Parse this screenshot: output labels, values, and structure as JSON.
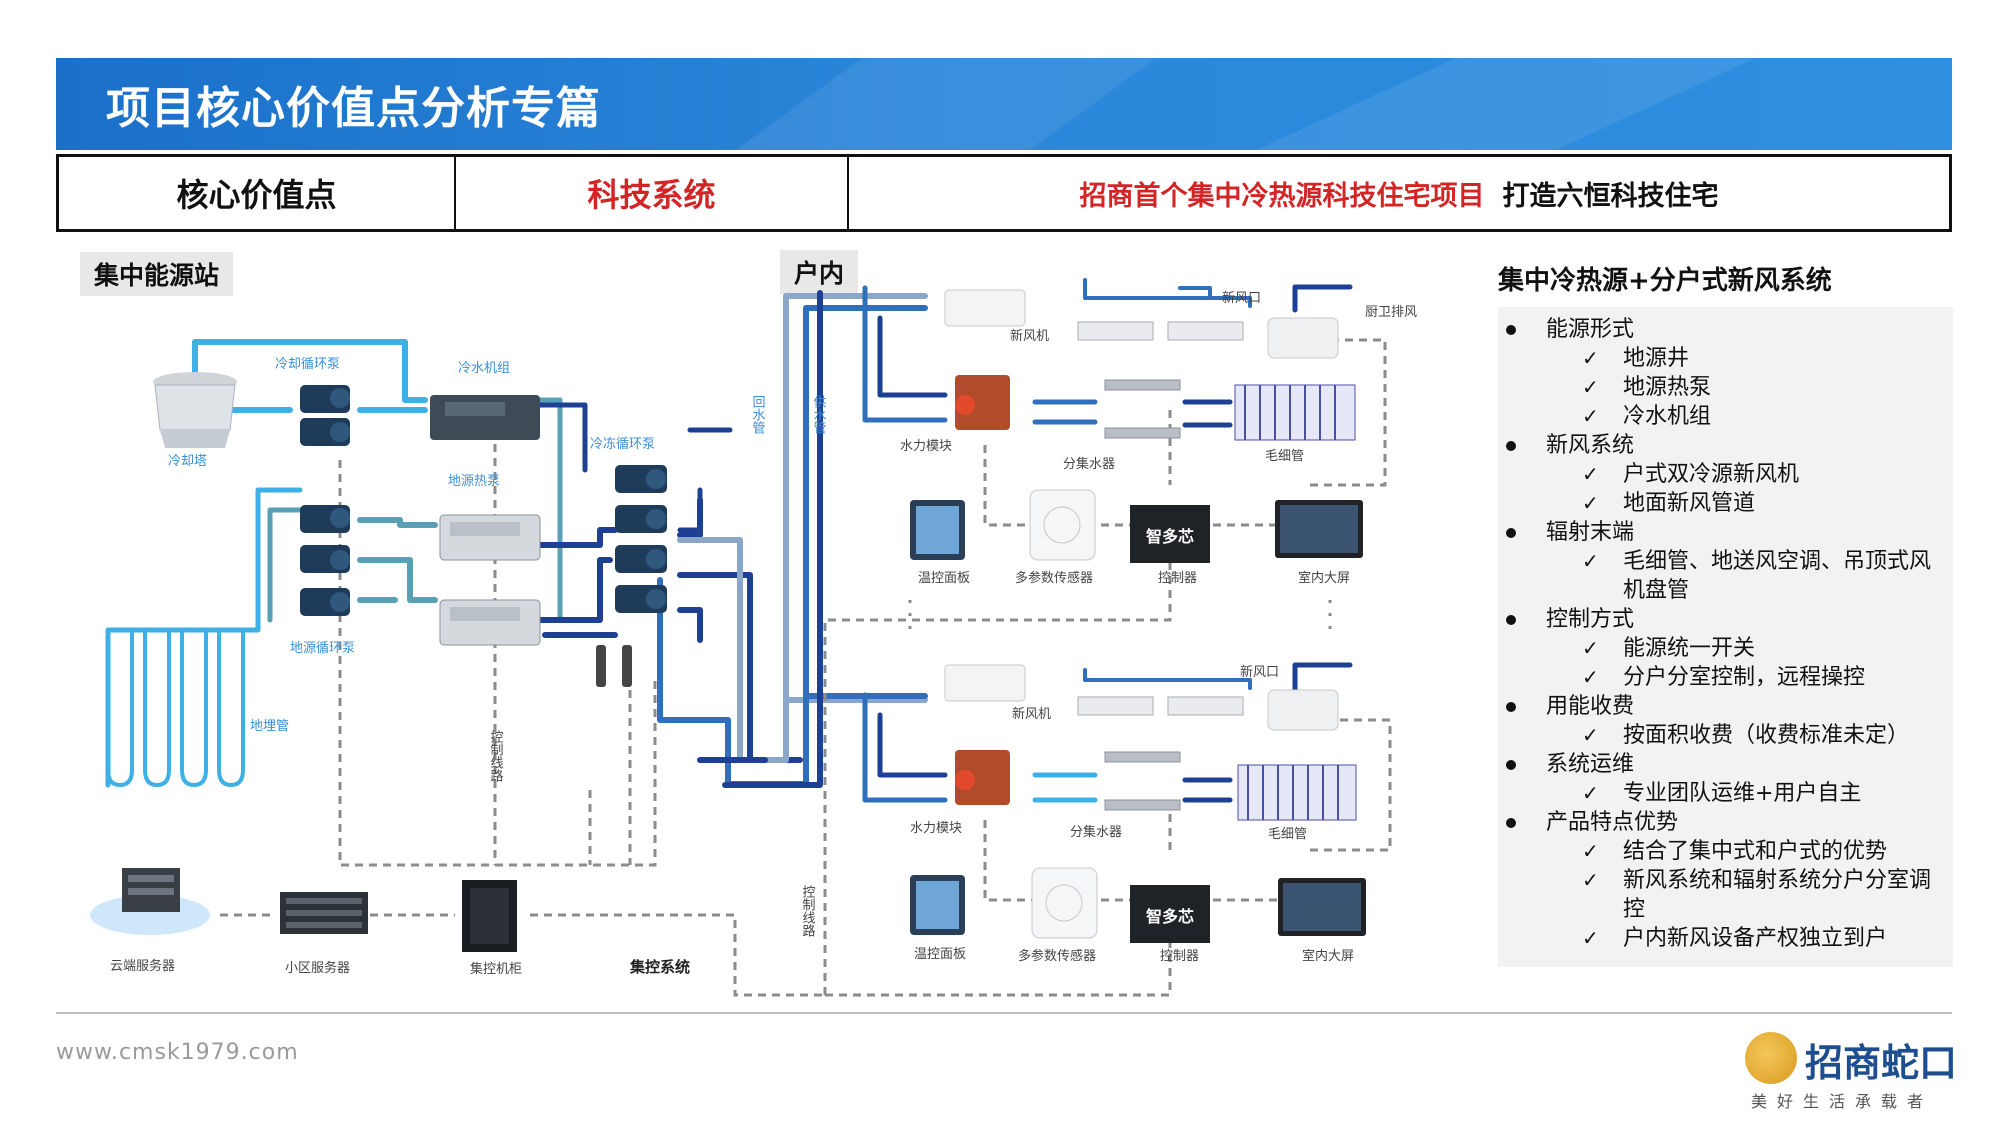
{
  "header": {
    "title": "项目核心价值点分析专篇"
  },
  "core_row": {
    "col1": "核心价值点",
    "col2": "科技系统",
    "col3_red": "招商首个集中冷热源科技住宅项目",
    "col3_black": "打造六恒科技住宅"
  },
  "sections": {
    "energy_station": "集中能源站",
    "indoor": "户内"
  },
  "energy_station": {
    "cooling_tower": "冷却塔",
    "cooling_pump": "冷却循环泵",
    "chiller": "冷水机组",
    "heat_pump": "地源热泵",
    "ground_pump": "地源循环泵",
    "ground_pipe": "地埋管",
    "chilled_pump": "冷冻循环泵",
    "control_line": "控制线路",
    "return_pipe": "回水管",
    "supply_pipe": "供水管"
  },
  "control_system": {
    "cloud_server": "云端服务器",
    "community_server": "小区服务器",
    "control_cabinet": "集控机柜",
    "system_label": "集控系统",
    "control_line": "控制线路"
  },
  "indoor": {
    "fresh_air_unit": "新风机",
    "fresh_air_outlet": "新风口",
    "kitchen_exhaust": "厨卫排风",
    "hydraulic_module": "水力模块",
    "manifold": "分集水器",
    "capillary": "毛细管",
    "thermo_panel": "温控面板",
    "sensor": "多参数传感器",
    "controller": "控制器",
    "screen": "室内大屏",
    "controller_brand": "智多芯"
  },
  "right_panel": {
    "title": "集中冷热源+分户式新风系统",
    "groups": [
      {
        "label": "能源形式",
        "items": [
          "地源井",
          "地源热泵",
          "冷水机组"
        ]
      },
      {
        "label": "新风系统",
        "items": [
          "户式双冷源新风机",
          "地面新风管道"
        ]
      },
      {
        "label": "辐射末端",
        "items": [
          "毛细管、地送风空调、吊顶式风机盘管"
        ]
      },
      {
        "label": "控制方式",
        "items": [
          "能源统一开关",
          "分户分室控制，远程操控"
        ]
      },
      {
        "label": "用能收费",
        "items": [
          "按面积收费（收费标准未定）"
        ]
      },
      {
        "label": "系统运维",
        "items": [
          "专业团队运维+用户自主"
        ]
      },
      {
        "label": "产品特点优势",
        "items": [
          "结合了集中式和户式的优势",
          "新风系统和辐射系统分户分室调控",
          "户内新风设备产权独立到户"
        ]
      }
    ]
  },
  "footer": {
    "url": "www.cmsk1979.com",
    "logo_name": "招商蛇口",
    "logo_tagline": "美好生活承载者"
  },
  "colors": {
    "banner": "#2a86d9",
    "accent_red": "#d32525",
    "pipe_light": "#3fb0e6",
    "pipe_mid": "#2f6fbe",
    "pipe_dark": "#1d3f94",
    "pipe_gray": "#8aa6c8",
    "pipe_teal": "#5aa0b4",
    "dashed": "#8c8c8c"
  }
}
